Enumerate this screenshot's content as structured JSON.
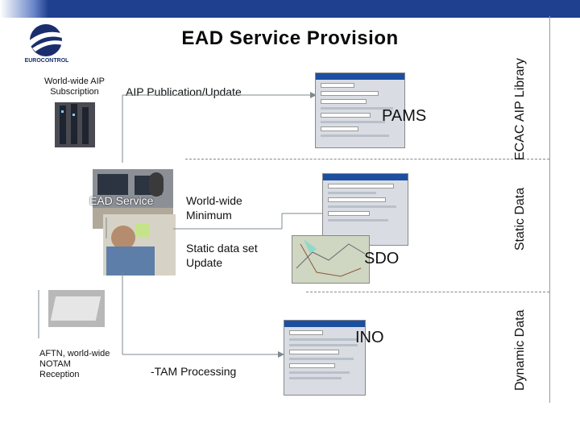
{
  "title": "EAD Service Provision",
  "logo": {
    "text": "EUROCONTROL"
  },
  "labels": {
    "world_wide_aip_subscription": "World-wide AIP Subscription",
    "aip_publication_update": "AIP Publication/Update",
    "ead_service": "EAD Service",
    "world_wide_minimum": "World-wide Minimum",
    "static_data_set_update": "Static data set Update",
    "aftn_notam_reception": "AFTN, world-wide NOTAM Reception",
    "tam_processing": "-TAM Processing"
  },
  "systems": {
    "pams": "PAMS",
    "sdo": "SDO",
    "ino": "INO"
  },
  "side_labels": {
    "ecac_aip_library": "ECAC AIP Library",
    "static_data": "Static Data",
    "dynamic_data": "Dynamic Data"
  },
  "colors": {
    "header_bar": "#1f3f8f",
    "logo_blue": "#1a2e6e",
    "window_title": "#1c4fa0"
  }
}
